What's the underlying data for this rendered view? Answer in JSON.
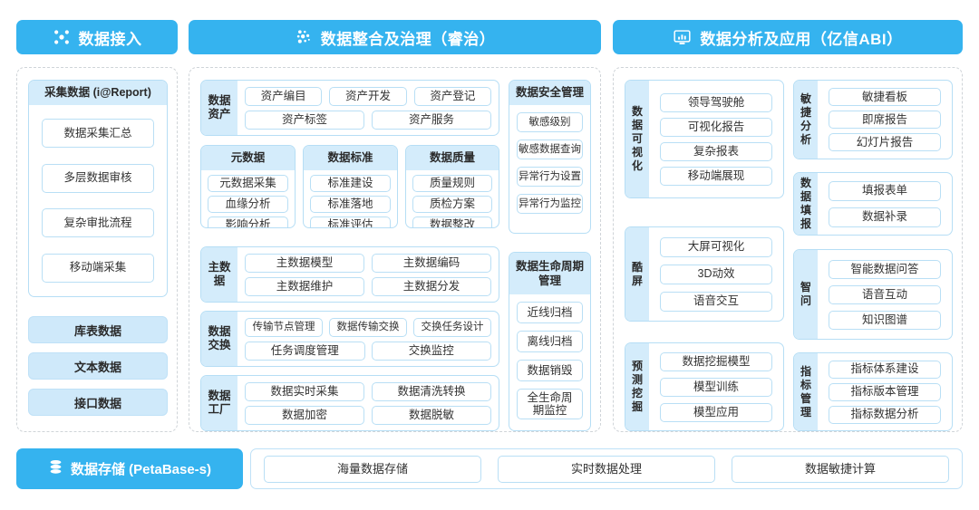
{
  "columns": [
    {
      "id": "ingest",
      "title": "数据接入",
      "icon": "network-nodes-icon",
      "collect_group": {
        "title": "采集数据 (i@Report)",
        "items": [
          "数据采集汇总",
          "多层数据审核",
          "复杂审批流程",
          "移动端采集"
        ]
      },
      "source_bars": [
        "库表数据",
        "文本数据",
        "接口数据"
      ]
    },
    {
      "id": "governance",
      "title": "数据整合及治理（睿治）",
      "icon": "data-dots-icon",
      "groups": [
        {
          "label": "数据资产",
          "rows": [
            [
              "资产编目",
              "资产开发",
              "资产登记"
            ],
            [
              "资产标签",
              "资产服务"
            ]
          ]
        },
        {
          "label": "主数据",
          "rows": [
            [
              "主数据模型",
              "主数据编码"
            ],
            [
              "主数据维护",
              "主数据分发"
            ]
          ]
        },
        {
          "label": "数据交换",
          "rows": [
            [
              "传输节点管理",
              "数据传输交换",
              "交换任务设计"
            ],
            [
              "任务调度管理",
              "交换监控"
            ]
          ]
        },
        {
          "label": "数据工厂",
          "rows": [
            [
              "数据实时采集",
              "数据清洗转换"
            ],
            [
              "数据加密",
              "数据脱敏"
            ]
          ]
        }
      ],
      "triad": [
        {
          "title": "元数据",
          "items": [
            "元数据采集",
            "血缘分析",
            "影响分析"
          ]
        },
        {
          "title": "数据标准",
          "items": [
            "标准建设",
            "标准落地",
            "标准评估"
          ]
        },
        {
          "title": "数据质量",
          "items": [
            "质量规则",
            "质检方案",
            "数据整改"
          ]
        }
      ],
      "security": {
        "title": "数据安全管理",
        "items": [
          "敏感级别",
          "敏感数据查询",
          "异常行为设置",
          "异常行为监控"
        ]
      },
      "lifecycle": {
        "title": "数据生命周期管理",
        "items": [
          "近线归档",
          "离线归档",
          "数据销毁",
          "全生命周期监控"
        ]
      }
    },
    {
      "id": "analytics",
      "title": "数据分析及应用（亿信ABI）",
      "icon": "monitor-chart-icon",
      "left_groups": [
        {
          "label": "数据可视化",
          "items": [
            "领导驾驶舱",
            "可视化报告",
            "复杂报表",
            "移动端展现"
          ]
        },
        {
          "label": "酷屏",
          "items": [
            "大屏可视化",
            "3D动效",
            "语音交互"
          ]
        },
        {
          "label": "预测挖掘",
          "items": [
            "数据挖掘模型",
            "模型训练",
            "模型应用"
          ]
        }
      ],
      "right_groups": [
        {
          "label": "敏捷分析",
          "items": [
            "敏捷看板",
            "即席报告",
            "幻灯片报告"
          ]
        },
        {
          "label": "数据填报",
          "items": [
            "填报表单",
            "数据补录"
          ]
        },
        {
          "label": "智问",
          "items": [
            "智能数据问答",
            "语音互动",
            "知识图谱"
          ]
        },
        {
          "label": "指标管理",
          "items": [
            "指标体系建设",
            "指标版本管理",
            "指标数据分析"
          ]
        }
      ]
    }
  ],
  "storage": {
    "label": "数据存储 (PetaBase-s)",
    "icon": "database-icon",
    "items": [
      "海量数据存储",
      "实时数据处理",
      "数据敏捷计算"
    ]
  },
  "colors": {
    "accent": "#35b3ef",
    "chip_border": "#b9dff5",
    "label_fill": "#d4ecfb",
    "solid_bar": "#cfe9fa",
    "panel_dash": "#cfd4d8"
  }
}
